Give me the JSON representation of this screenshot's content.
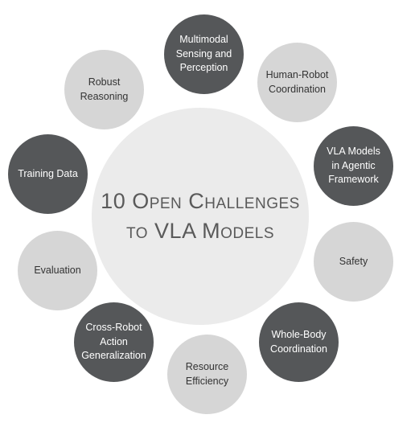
{
  "center": {
    "title": "10 Open Challenges\nto VLA Models"
  },
  "colors": {
    "dark_node": "#555759",
    "light_node": "#d6d6d6",
    "center_circle": "#ebebeb"
  },
  "nodes": [
    {
      "label": "Multimodal\nSensing and\nPerception",
      "tone": "dark"
    },
    {
      "label": "Human-Robot\nCoordination",
      "tone": "light"
    },
    {
      "label": "VLA Models\nin Agentic\nFramework",
      "tone": "dark"
    },
    {
      "label": "Safety",
      "tone": "light"
    },
    {
      "label": "Whole-Body\nCoordination",
      "tone": "dark"
    },
    {
      "label": "Resource\nEfficiency",
      "tone": "light"
    },
    {
      "label": "Cross-Robot\nAction\nGeneralization",
      "tone": "dark"
    },
    {
      "label": "Evaluation",
      "tone": "light"
    },
    {
      "label": "Training Data",
      "tone": "dark"
    },
    {
      "label": "Robust\nReasoning",
      "tone": "light"
    }
  ]
}
